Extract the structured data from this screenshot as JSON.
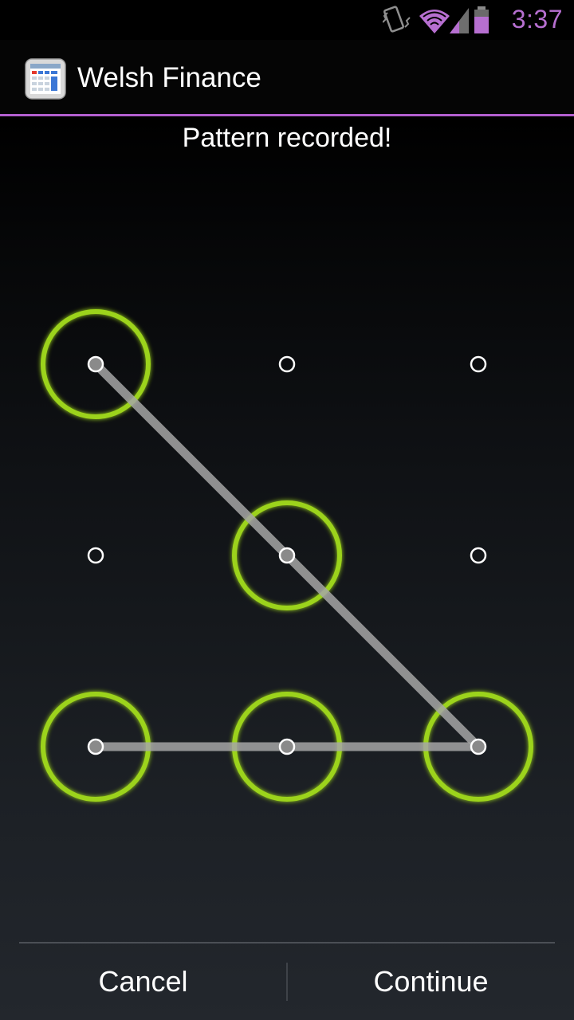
{
  "status_bar": {
    "time": "3:37",
    "icons": [
      "vibrate-icon",
      "wifi-icon",
      "signal-icon",
      "battery-icon"
    ],
    "accent_color": "#b66fd0"
  },
  "action_bar": {
    "title": "Welsh Finance",
    "icon": "calculator-icon",
    "divider_color": "#b25fcf"
  },
  "pattern_screen": {
    "header": "Pattern recorded!",
    "grid": {
      "rows": 3,
      "cols": 3
    },
    "selected_sequence": [
      0,
      4,
      8,
      7,
      6
    ],
    "selected_color": "#9cd31a",
    "line_color": "#a6a6a6"
  },
  "footer": {
    "cancel_label": "Cancel",
    "continue_label": "Continue"
  }
}
